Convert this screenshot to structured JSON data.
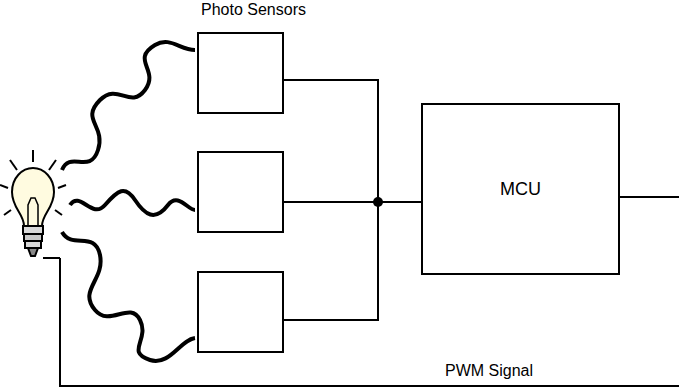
{
  "diagram": {
    "nodes": [
      {
        "text": [
          "MCU"
        ]
      }
    ],
    "labels": [
      "Photo Sensors",
      "PWM Signal"
    ]
  }
}
